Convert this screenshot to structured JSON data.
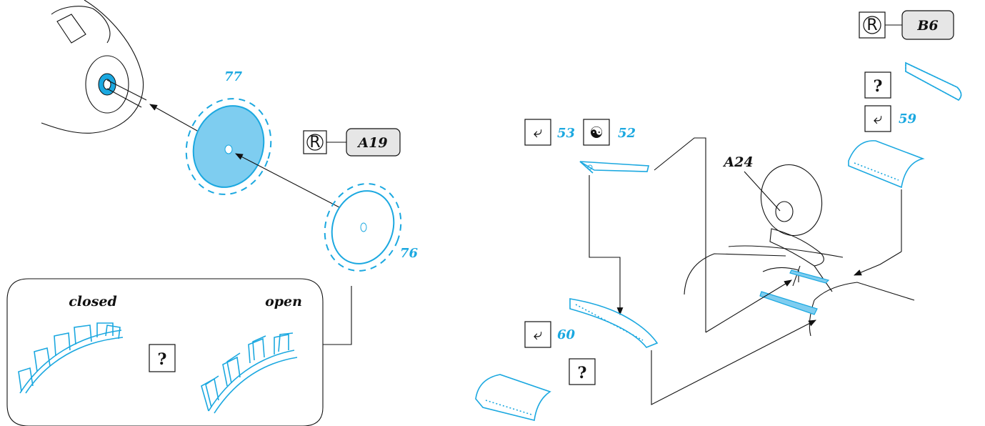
{
  "colors": {
    "part_blue": "#1ba8e0",
    "line": "#111111",
    "ref_box_fill": "#e6e6e6"
  },
  "part_numbers": {
    "p77": "77",
    "p76": "76",
    "p53": "53",
    "p52": "52",
    "p59": "59",
    "p60": "60"
  },
  "references": {
    "a19": "A19",
    "b6": "B6",
    "a24": "A24"
  },
  "inset": {
    "closed_label": "closed",
    "open_label": "open"
  },
  "symbols": {
    "question": "?",
    "registered": "®",
    "bend": "⤶",
    "yin_yang": "☯"
  },
  "icons": [
    "registered-mark-icon",
    "bend-icon",
    "yin-yang-icon",
    "question-icon"
  ]
}
